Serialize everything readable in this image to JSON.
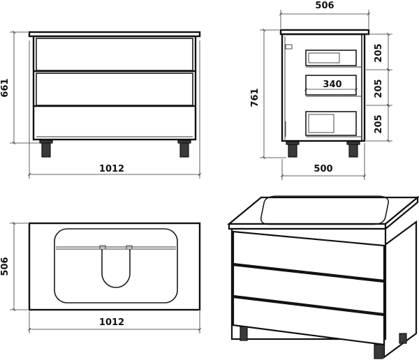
{
  "dimensions": {
    "front_width": "1012",
    "front_height": "661",
    "side_width": "506",
    "side_depth": "500",
    "side_height": "761",
    "drawer_1": "205",
    "drawer_2": "205",
    "drawer_3": "205",
    "inner_width": "340",
    "top_depth": "506",
    "top_width": "1012"
  }
}
